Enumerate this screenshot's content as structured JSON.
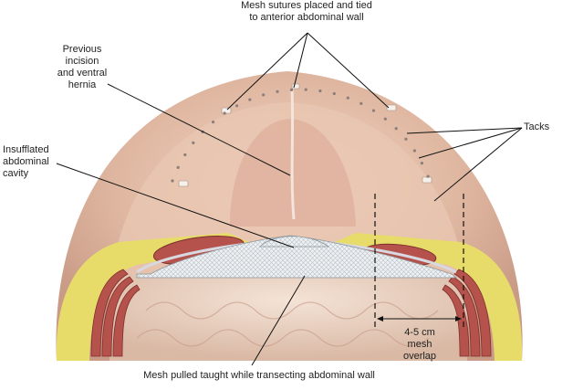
{
  "labels": {
    "mesh_sutures": [
      "Mesh sutures placed and tied",
      "to anterior abdominal wall"
    ],
    "previous_incision": [
      "Previous",
      "incision",
      "and ventral",
      "hernia"
    ],
    "insufflated": [
      "Insufflated",
      "abdominal",
      "cavity"
    ],
    "tacks": "Tacks",
    "overlap": [
      "4-5 cm",
      "mesh",
      "overlap"
    ],
    "mesh_pulled": "Mesh pulled taught while transecting abdominal wall"
  },
  "colors": {
    "skin": "#e7c2ac",
    "muscle": "#b5524c",
    "fat": "#e7dc6a",
    "mesh": "#e6ebee",
    "leader": "#111111"
  }
}
